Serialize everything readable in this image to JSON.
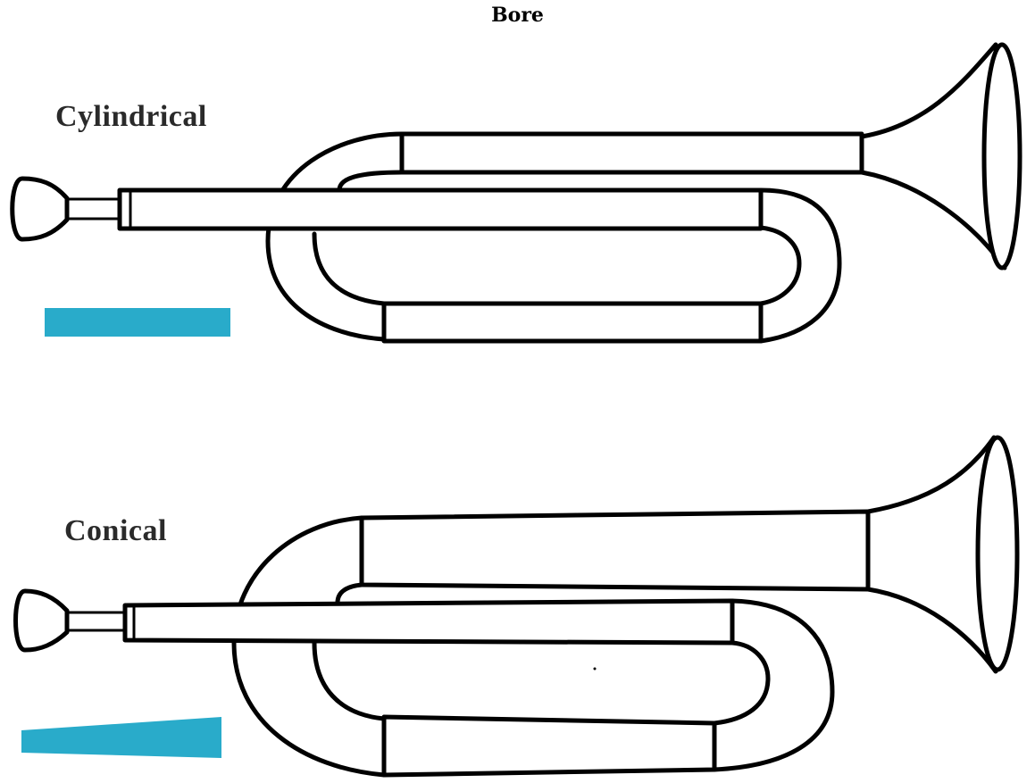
{
  "title": "Bore",
  "sections": [
    {
      "label": "Cylindrical",
      "bore_swatch_color": "#29ABCA",
      "bore_shape": "cylindrical"
    },
    {
      "label": "Conical",
      "bore_swatch_color": "#29ABCA",
      "bore_shape": "conical"
    }
  ],
  "colors": {
    "outline": "#000000",
    "swatch": "#29ABCA"
  }
}
